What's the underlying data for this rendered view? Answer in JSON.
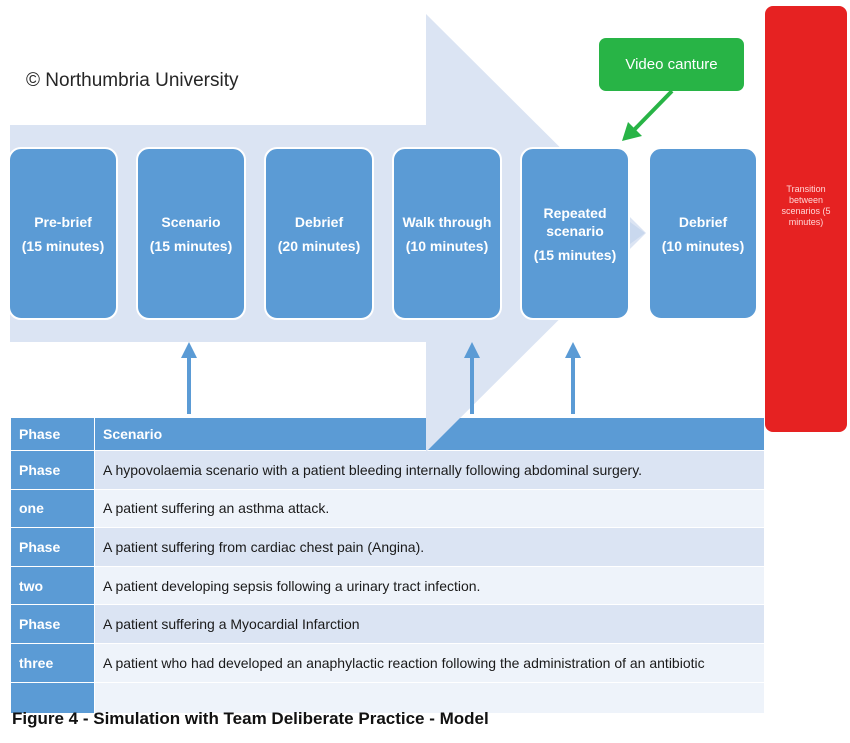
{
  "copyright": "© Northumbria University",
  "callout": "Video canture",
  "transition_note": "Transition between scenarios (5 minutes)",
  "steps": [
    {
      "name": "Pre-brief",
      "duration": "(15 minutes)"
    },
    {
      "name": "Scenario",
      "duration": "(15 minutes)"
    },
    {
      "name": "Debrief",
      "duration": "(20 minutes)"
    },
    {
      "name": "Walk through",
      "duration": "(10 minutes)"
    },
    {
      "name": "Repeated scenario",
      "duration": "(15 minutes)"
    },
    {
      "name": "Debrief",
      "duration": "(10 minutes)"
    }
  ],
  "table": {
    "headers": [
      "Phase",
      "Scenario"
    ],
    "rows": [
      {
        "phase": "Phase",
        "scenario": "A hypovolaemia scenario with a patient bleeding internally following abdominal surgery."
      },
      {
        "phase": "one",
        "scenario": "A patient suffering an asthma attack."
      },
      {
        "phase": "Phase",
        "scenario": "A patient suffering from cardiac chest pain (Angina)."
      },
      {
        "phase": "two",
        "scenario": "A patient developing sepsis following a urinary tract infection."
      },
      {
        "phase": "Phase",
        "scenario": "A patient suffering a Myocardial Infarction"
      },
      {
        "phase": "three",
        "scenario": "A patient who had developed an anaphylactic reaction following the administration of an antibiotic"
      }
    ]
  },
  "caption": "Figure 4 - Simulation with Team Deliberate Practice - Model",
  "colors": {
    "arrow": "#dbe4f3",
    "box": "#5b9bd5",
    "red_panel": "#e62222",
    "callout": "#28b446"
  }
}
